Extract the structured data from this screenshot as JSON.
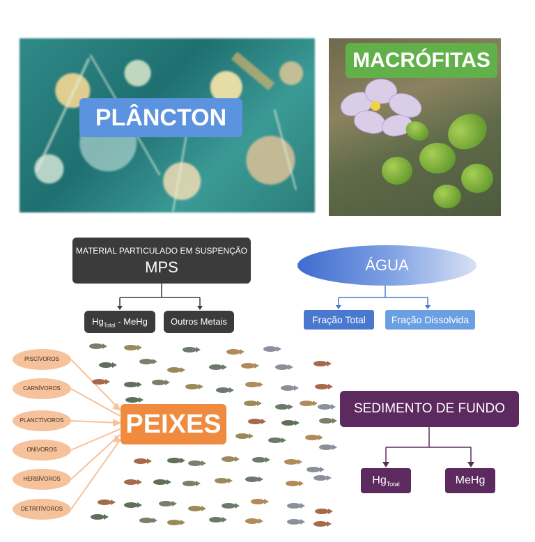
{
  "top": {
    "plancton_label": "PLÂNCTON",
    "macro_label": "MACRÓFITAS"
  },
  "mps": {
    "title": "MATERIAL PARTICULADO EM SUSPENÇÃO",
    "acronym": "MPS",
    "child1_hg": "Hg",
    "child1_sub": "Total",
    "child1_rest": " - MeHg",
    "child2": "Outros Metais"
  },
  "agua": {
    "label": "ÁGUA",
    "child1": "Fração Total",
    "child2": "Fração Dissolvida"
  },
  "trophic": [
    "PISCÍVOROS",
    "CARNÍVOROS",
    "PLANCTÍVOROS",
    "ONÍVOROS",
    "HERBÍVOROS",
    "DETRITÍVOROS"
  ],
  "peixes": "PEIXES",
  "sediment": {
    "label": "SEDIMENTO DE FUNDO",
    "hg": "Hg",
    "hg_sub": "Total",
    "mehg": "MeHg"
  },
  "colors": {
    "plancton_label": "#5b93de",
    "macro_label": "#62b04a",
    "dark_box": "#3b3b3b",
    "agua_dark": "#3f6ccf",
    "fracao_total": "#4a78cf",
    "fracao_dissolvida": "#6aa0e2",
    "trophic_oval": "#f6c29b",
    "peixes": "#ef8a3e",
    "sediment": "#5c2a5e"
  }
}
